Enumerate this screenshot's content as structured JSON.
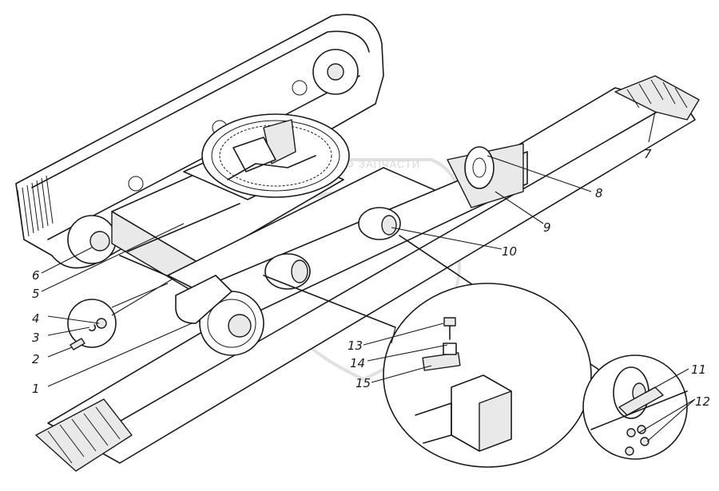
{
  "watermark": {
    "text": "ТЕХНИКА ⚙ ЗАПЧАСТИ",
    "color": "#b8b8b8"
  },
  "callouts": [
    {
      "id": "1",
      "text": "1"
    },
    {
      "id": "2",
      "text": "2"
    },
    {
      "id": "3",
      "text": "3"
    },
    {
      "id": "4",
      "text": "4"
    },
    {
      "id": "5",
      "text": "5"
    },
    {
      "id": "6",
      "text": "6"
    },
    {
      "id": "7",
      "text": "7"
    },
    {
      "id": "8",
      "text": "8"
    },
    {
      "id": "9",
      "text": "9"
    },
    {
      "id": "10",
      "text": "10"
    },
    {
      "id": "11",
      "text": "11"
    },
    {
      "id": "12",
      "text": "12"
    },
    {
      "id": "13",
      "text": "13"
    },
    {
      "id": "14",
      "text": "14"
    },
    {
      "id": "15",
      "text": "15"
    }
  ]
}
